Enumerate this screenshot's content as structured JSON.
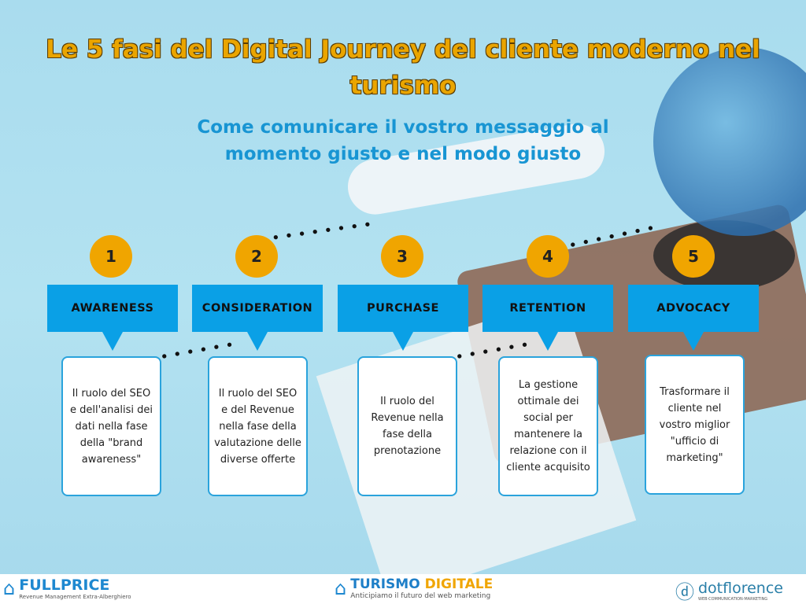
{
  "title": "Le 5 fasi del Digital Journey del cliente moderno nel turismo",
  "subtitle": "Come comunicare il vostro messaggio al momento giusto e nel modo giusto",
  "stages": [
    {
      "number": "1",
      "label": "AWARENESS",
      "text": "Il ruolo del SEO e dell'analisi dei dati  nella fase della \"brand awareness\""
    },
    {
      "number": "2",
      "label": "CONSIDERATION",
      "text": "Il ruolo del SEO e del Revenue nella fase della valutazione delle diverse offerte"
    },
    {
      "number": "3",
      "label": "PURCHASE",
      "text": "Il ruolo del Revenue nella fase della prenotazione"
    },
    {
      "number": "4",
      "label": "RETENTION",
      "text": "La gestione ottimale dei social per mantenere la relazione con il cliente acquisito"
    },
    {
      "number": "5",
      "label": "ADVOCACY",
      "text": "Trasformare il cliente nel vostro miglior \"ufficio di marketing\""
    }
  ],
  "footer": {
    "fullprice": {
      "name": "FULLPRICE",
      "tagline": "Revenue Management Extra-Alberghiero"
    },
    "turismo": {
      "name_a": "TURISMO",
      "name_b": "DIGITALE",
      "tagline": "Anticipiamo il futuro del web marketing"
    },
    "dotflorence": {
      "name": "dotflorence",
      "tagline": "WEB·COMMUNICATION·MARKETING"
    }
  },
  "colors": {
    "accent": "#f0a500",
    "blue": "#0aa0e6",
    "title": "#eaa500",
    "subtitle": "#1895d3"
  }
}
